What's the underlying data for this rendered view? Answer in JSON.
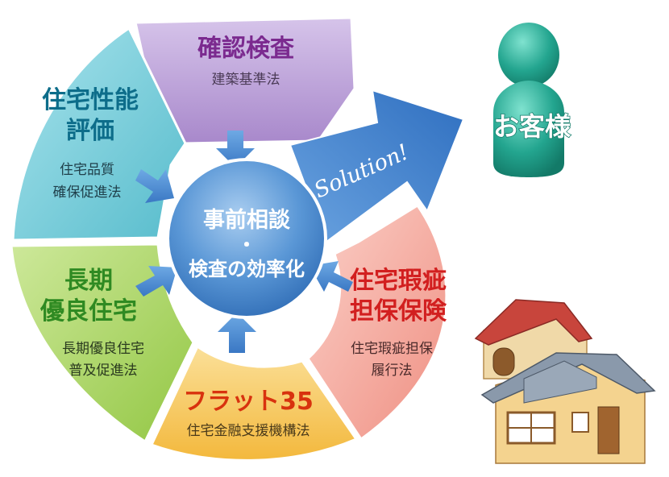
{
  "center": {
    "line1": "事前相談",
    "line2": "・",
    "line3": "検査の効率化"
  },
  "arrow_label": "Solution!",
  "customer": {
    "label": "お客様"
  },
  "segments": {
    "kakunin": {
      "title": "確認検査",
      "sub1": "建築基準法",
      "color": "#b79ad0"
    },
    "seino": {
      "title1": "住宅性能",
      "title2": "評価",
      "sub1": "住宅品質",
      "sub2": "確保促進法",
      "color": "#6cc9d6"
    },
    "choki": {
      "title1": "長期",
      "title2": "優良住宅",
      "sub1": "長期優良住宅",
      "sub2": "普及促進法",
      "color": "#a6d15a"
    },
    "flat": {
      "title": "フラット35",
      "sub1": "住宅金融支援機構法",
      "color": "#f6c451"
    },
    "kashi": {
      "title1": "住宅瑕疵",
      "title2": "担保保険",
      "sub1": "住宅瑕疵担保",
      "sub2": "履行法",
      "color": "#f29e93"
    }
  },
  "colors": {
    "hub": "#4f8fd1",
    "arrow": "#3f7fcb",
    "customer": "#1e9e8a",
    "kakunin_text": "#7b2a8f",
    "seino_text": "#0d6d8a",
    "choki_text": "#2f8a22",
    "flat_text": "#d8320e",
    "kashi_text": "#d21f1f"
  }
}
